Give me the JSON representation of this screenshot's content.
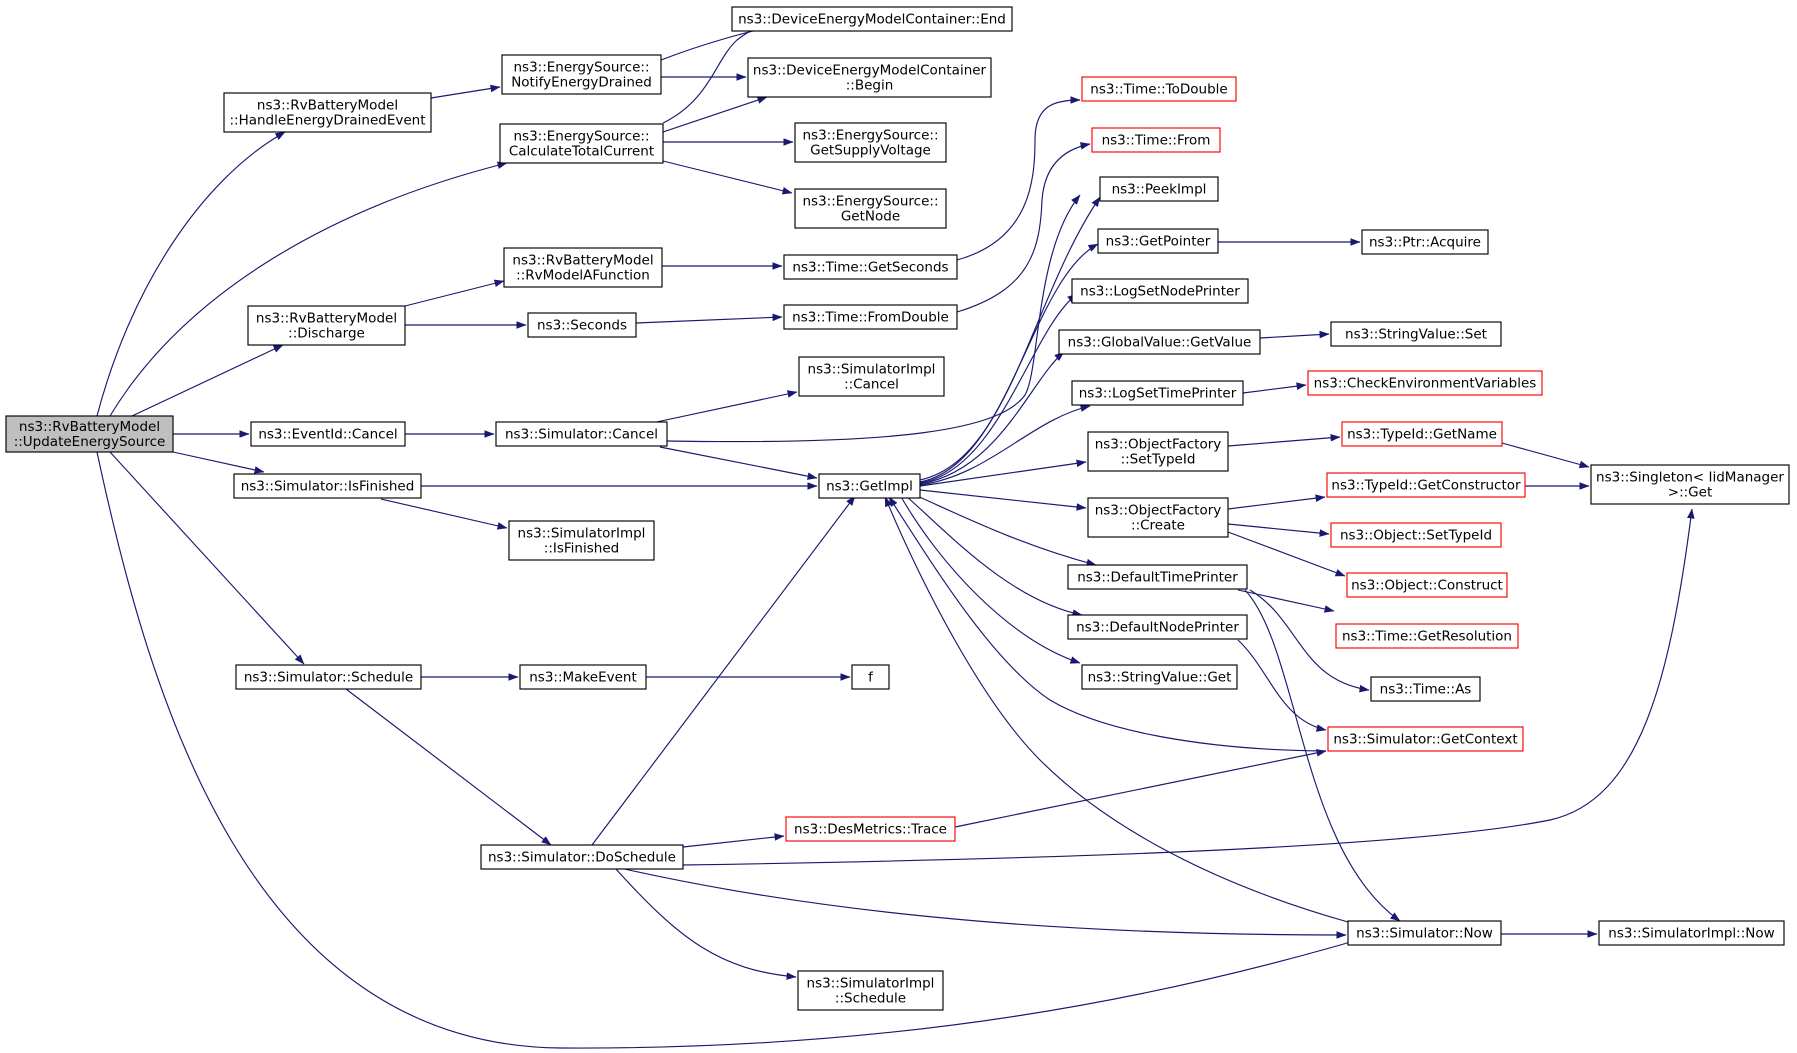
{
  "colors": {
    "edge": "#191970",
    "node_border": "#000000",
    "node_border_truncated": "#ff0000",
    "root_fill": "#bfbfbf",
    "node_fill": "#ffffff"
  },
  "nodes": {
    "n0": {
      "lines": [
        "ns3::RvBatteryModel",
        "::UpdateEnergySource"
      ],
      "root": true
    },
    "n1": {
      "lines": [
        "ns3::RvBatteryModel",
        "::HandleEnergyDrainedEvent"
      ]
    },
    "n2": {
      "lines": [
        "ns3::EnergySource::",
        "NotifyEnergyDrained"
      ]
    },
    "n3": {
      "lines": [
        "ns3::DeviceEnergyModelContainer::End"
      ]
    },
    "n4": {
      "lines": [
        "ns3::DeviceEnergyModelContainer",
        "::Begin"
      ]
    },
    "n5": {
      "lines": [
        "ns3::EnergySource::",
        "CalculateTotalCurrent"
      ]
    },
    "n6": {
      "lines": [
        "ns3::EnergySource::",
        "GetSupplyVoltage"
      ]
    },
    "n7": {
      "lines": [
        "ns3::EnergySource::",
        "GetNode"
      ]
    },
    "n8": {
      "lines": [
        "ns3::RvBatteryModel",
        "::Discharge"
      ]
    },
    "n9": {
      "lines": [
        "ns3::RvBatteryModel",
        "::RvModelAFunction"
      ]
    },
    "n10": {
      "lines": [
        "ns3::Time::GetSeconds"
      ]
    },
    "n11": {
      "lines": [
        "ns3::Time::ToDouble"
      ],
      "truncated": true
    },
    "n12": {
      "lines": [
        "ns3::Seconds"
      ]
    },
    "n13": {
      "lines": [
        "ns3::Time::FromDouble"
      ]
    },
    "n14": {
      "lines": [
        "ns3::Time::From"
      ],
      "truncated": true
    },
    "n15": {
      "lines": [
        "ns3::EventId::Cancel"
      ]
    },
    "n16": {
      "lines": [
        "ns3::Simulator::Cancel"
      ]
    },
    "n17": {
      "lines": [
        "ns3::SimulatorImpl",
        "::Cancel"
      ]
    },
    "n18": {
      "lines": [
        "ns3::GetImpl"
      ]
    },
    "n19": {
      "lines": [
        "ns3::PeekImpl"
      ]
    },
    "n20": {
      "lines": [
        "ns3::GetPointer"
      ]
    },
    "n21": {
      "lines": [
        "ns3::Ptr::Acquire"
      ]
    },
    "n22": {
      "lines": [
        "ns3::LogSetNodePrinter"
      ]
    },
    "n23": {
      "lines": [
        "ns3::GlobalValue::GetValue"
      ]
    },
    "n24": {
      "lines": [
        "ns3::StringValue::Set"
      ]
    },
    "n25": {
      "lines": [
        "ns3::LogSetTimePrinter"
      ]
    },
    "n26": {
      "lines": [
        "ns3::CheckEnvironmentVariables"
      ],
      "truncated": true
    },
    "n27": {
      "lines": [
        "ns3::ObjectFactory",
        "::SetTypeId"
      ]
    },
    "n28": {
      "lines": [
        "ns3::TypeId::GetName"
      ],
      "truncated": true
    },
    "n29": {
      "lines": [
        "ns3::Singleton< IidManager",
        " >::Get"
      ]
    },
    "n30": {
      "lines": [
        "ns3::ObjectFactory",
        "::Create"
      ]
    },
    "n31": {
      "lines": [
        "ns3::TypeId::GetConstructor"
      ],
      "truncated": true
    },
    "n32": {
      "lines": [
        "ns3::Object::SetTypeId"
      ],
      "truncated": true
    },
    "n33": {
      "lines": [
        "ns3::Object::Construct"
      ],
      "truncated": true
    },
    "n34": {
      "lines": [
        "ns3::DefaultTimePrinter"
      ]
    },
    "n35": {
      "lines": [
        "ns3::Time::GetResolution"
      ],
      "truncated": true
    },
    "n36": {
      "lines": [
        "ns3::DefaultNodePrinter"
      ]
    },
    "n37": {
      "lines": [
        "ns3::Time::As"
      ]
    },
    "n38": {
      "lines": [
        "ns3::StringValue::Get"
      ]
    },
    "n39": {
      "lines": [
        "ns3::Simulator::GetContext"
      ],
      "truncated": true
    },
    "n40": {
      "lines": [
        "ns3::Simulator::IsFinished"
      ]
    },
    "n41": {
      "lines": [
        "ns3::SimulatorImpl",
        "::IsFinished"
      ]
    },
    "n42": {
      "lines": [
        "ns3::Simulator::Schedule"
      ]
    },
    "n43": {
      "lines": [
        "ns3::MakeEvent"
      ]
    },
    "n44": {
      "lines": [
        "f"
      ]
    },
    "n45": {
      "lines": [
        "ns3::Simulator::DoSchedule"
      ]
    },
    "n46": {
      "lines": [
        "ns3::DesMetrics::Trace"
      ],
      "truncated": true
    },
    "n47": {
      "lines": [
        "ns3::Simulator::Now"
      ]
    },
    "n48": {
      "lines": [
        "ns3::SimulatorImpl::Now"
      ]
    },
    "n49": {
      "lines": [
        "ns3::SimulatorImpl",
        "::Schedule"
      ]
    }
  }
}
